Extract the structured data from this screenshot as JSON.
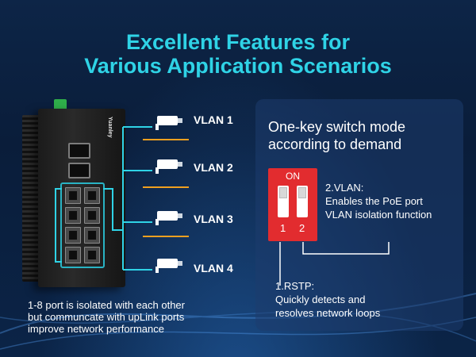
{
  "title": {
    "line1": "Excellent Features for",
    "line2": "Various Application Scenarios"
  },
  "device": {
    "brand": "Yuanley"
  },
  "vlans": [
    {
      "label": "VLAN 1"
    },
    {
      "label": "VLAN 2"
    },
    {
      "label": "VLAN 3"
    },
    {
      "label": "VLAN 4"
    }
  ],
  "bottom_text": {
    "line1": "1-8 port is isolated with each other",
    "line2": "but communcate with upLink ports",
    "line3": "improve network performance"
  },
  "panel": {
    "title_line1": "One-key switch mode",
    "title_line2": "according to demand",
    "dip": {
      "on_label": "ON",
      "num1": "1",
      "num2": "2"
    },
    "vlan_note": {
      "line1": "2.VLAN:",
      "line2": "Enables the PoE port",
      "line3": "VLAN isolation function"
    },
    "rstp_note": {
      "line1": "1.RSTP:",
      "line2": "Quickly detects and",
      "line3": "resolves network loops"
    }
  },
  "colors": {
    "accent_cyan": "#2fd3e6",
    "dip_red": "#e22c2f",
    "divider_orange": "#f0a020"
  }
}
